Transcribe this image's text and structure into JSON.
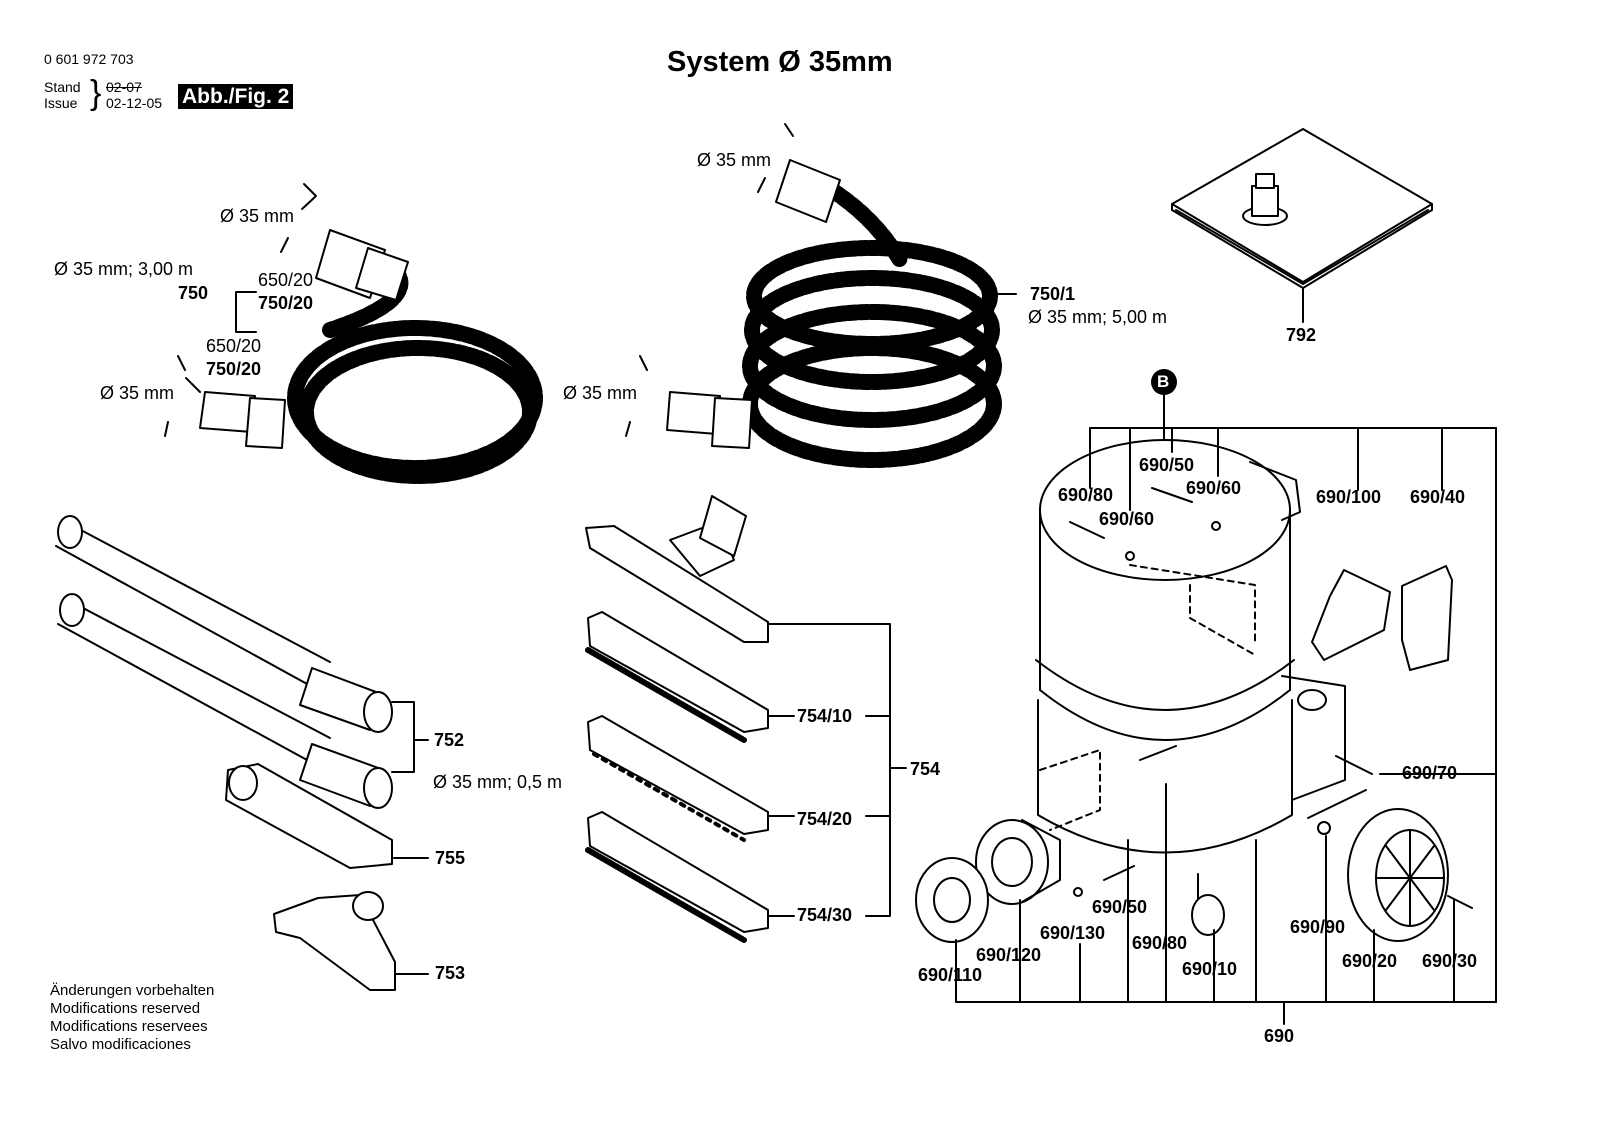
{
  "header": {
    "part_number": "0 601 972 703",
    "stand_label": "Stand",
    "issue_label": "Issue",
    "stand_date": "02-07",
    "issue_date": "02-12-05",
    "fig_badge": "Abb./Fig. 2",
    "title": "System Ø 35mm"
  },
  "callouts": {
    "dia_hose_a_top": "Ø 35 mm",
    "dia_hose_a_spec": "Ø 35 mm; 3,00 m",
    "hose_a_group": "750",
    "hose_a_top_650": "650/20",
    "hose_a_top_750": "750/20",
    "hose_a_bot_650": "650/20",
    "hose_a_bot_750": "750/20",
    "dia_hose_a_bot": "Ø 35 mm",
    "dia_hose_b_top": "Ø 35 mm",
    "dia_hose_b_bot": "Ø 35 mm",
    "hose_b_part": "750/1",
    "hose_b_spec": "Ø 35 mm; 5,00 m",
    "plate_part": "792",
    "marker_b": "B",
    "tubes_part": "752",
    "tubes_spec": "Ø 35 mm; 0,5 m",
    "crevice_part": "755",
    "small_nozzle_part": "753",
    "nozzle_group": "754",
    "nozzle_10": "754/10",
    "nozzle_20": "754/20",
    "nozzle_30": "754/30",
    "p690_80_a": "690/80",
    "p690_50_a": "690/50",
    "p690_60_a": "690/60",
    "p690_60_b": "690/60",
    "p690_100": "690/100",
    "p690_40": "690/40",
    "p690_70": "690/70",
    "p690_90": "690/90",
    "p690_50_b": "690/50",
    "p690_130": "690/130",
    "p690_80_b": "690/80",
    "p690_120": "690/120",
    "p690_110": "690/110",
    "p690_10": "690/10",
    "p690_20": "690/20",
    "p690_30": "690/30",
    "p690": "690"
  },
  "footer": {
    "line_de": "Änderungen vorbehalten",
    "line_en": "Modifications reserved",
    "line_fr": "Modifications reservees",
    "line_es": "Salvo modificaciones"
  },
  "colors": {
    "ink": "#000000",
    "paper": "#ffffff",
    "badge_bg": "#000000"
  }
}
